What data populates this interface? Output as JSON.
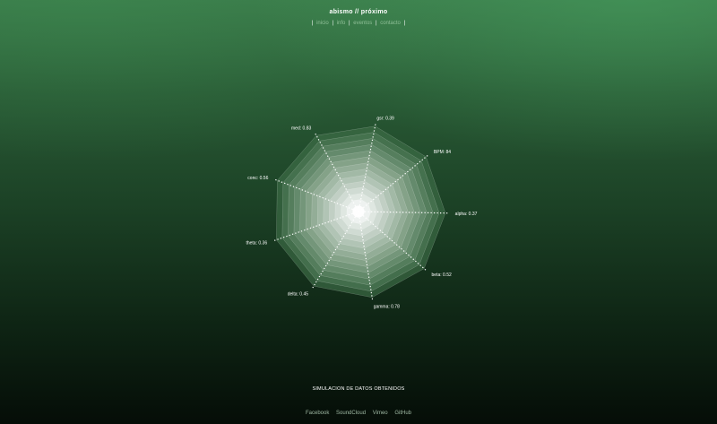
{
  "header": {
    "title": "abismo // próximo",
    "nav": [
      {
        "label": "inicio"
      },
      {
        "label": "info"
      },
      {
        "label": "eventos"
      },
      {
        "label": "contacto"
      }
    ],
    "separator": "|"
  },
  "chart_data": {
    "type": "radar",
    "axes": [
      {
        "label": "gsr: 0.39",
        "name": "gsr",
        "value": 0.39
      },
      {
        "label": "BPM: 84",
        "name": "BPM",
        "value": 84
      },
      {
        "label": "alpha: 0.37",
        "name": "alpha",
        "value": 0.37
      },
      {
        "label": "beta: 0.52",
        "name": "beta",
        "value": 0.52
      },
      {
        "label": "gamma: 0.78",
        "name": "gamma",
        "value": 0.78
      },
      {
        "label": "delta: 0.45",
        "name": "delta",
        "value": 0.45
      },
      {
        "label": "theta: 0.36",
        "name": "theta",
        "value": 0.36
      },
      {
        "label": "conc: 0.56",
        "name": "conc",
        "value": 0.56
      },
      {
        "label": "med: 0.83",
        "name": "med",
        "value": 0.83
      }
    ],
    "rings": 14,
    "colors": {
      "center": "#ffffff",
      "edge": "#3f6e48",
      "spoke": "#ffffff"
    }
  },
  "caption": "SIMULACION DE DATOS OBTENIDOS",
  "footer": {
    "links": [
      {
        "label": "Facebook"
      },
      {
        "label": "SoundCloud"
      },
      {
        "label": "Vimeo"
      },
      {
        "label": "GitHub"
      }
    ]
  }
}
